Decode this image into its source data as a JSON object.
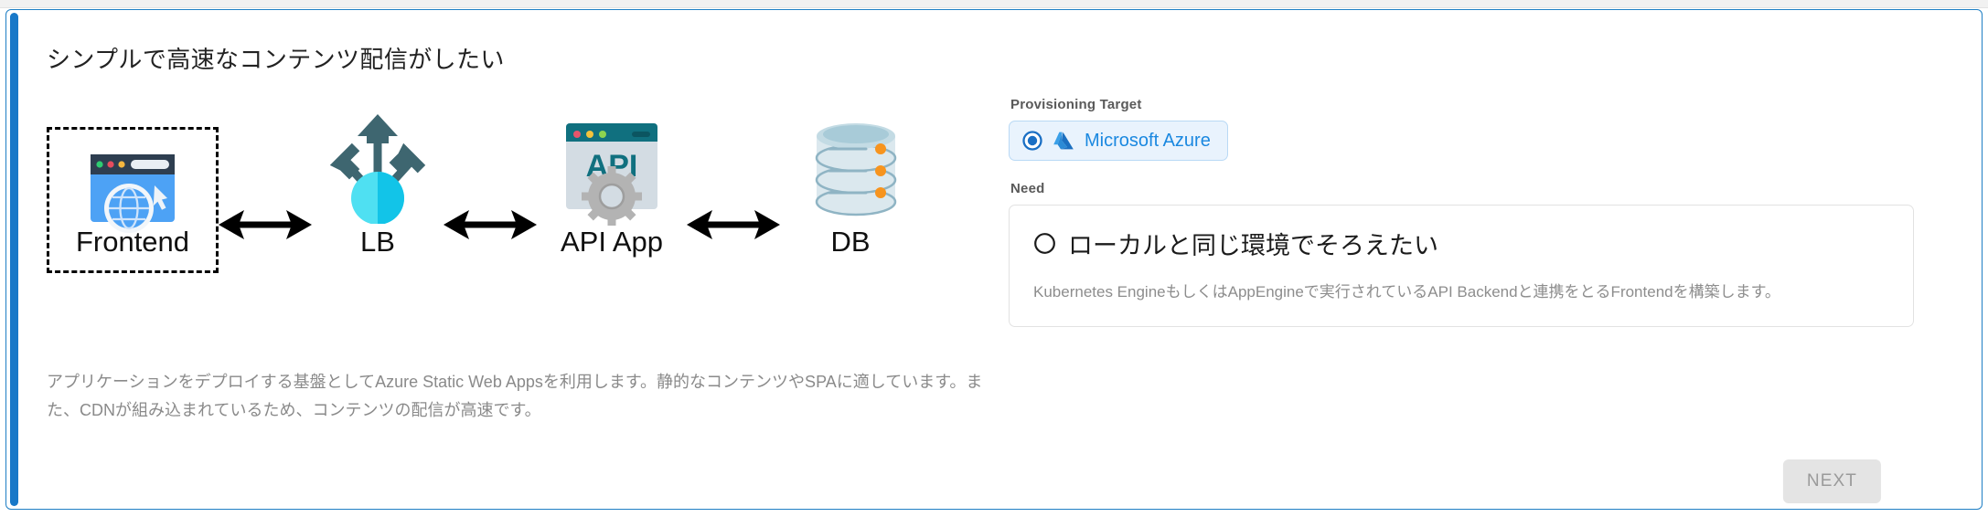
{
  "page": {
    "title": "シンプルで高速なコンテンツ配信がしたい",
    "description": "アプリケーションをデプロイする基盤としてAzure Static Web Appsを利用します。静的なコンテンツやSPAに適しています。また、CDNが組み込まれているため、コンテンツの配信が高速です。",
    "accent_color": "#1878c8"
  },
  "diagram": {
    "nodes": [
      {
        "id": "frontend",
        "label": "Frontend",
        "icon": "browser-globe-icon",
        "selected": true
      },
      {
        "id": "lb",
        "label": "LB",
        "icon": "load-balancer-icon",
        "selected": false
      },
      {
        "id": "api",
        "label": "API App",
        "icon": "api-window-gear-icon",
        "selected": false
      },
      {
        "id": "db",
        "label": "DB",
        "icon": "database-cylinder-icon",
        "selected": false
      }
    ],
    "connectors": [
      {
        "from": "frontend",
        "to": "lb",
        "type": "double-arrow"
      },
      {
        "from": "lb",
        "to": "api",
        "type": "double-arrow"
      },
      {
        "from": "api",
        "to": "db",
        "type": "double-arrow"
      }
    ],
    "api_icon_text": "API"
  },
  "panel": {
    "provisioning_target": {
      "label": "Provisioning Target",
      "option": {
        "label": "Microsoft Azure",
        "icon": "azure-logo-icon",
        "selected": true,
        "text_color": "#1a88e0"
      }
    },
    "need": {
      "label": "Need",
      "option": {
        "title": "ローカルと同じ環境でそろえたい",
        "description": "Kubernetes EngineもしくはAppEngineで実行されているAPI Backendと連携をとるFrontendを構築します。",
        "selected": false
      }
    }
  },
  "footer": {
    "next_label": "NEXT",
    "next_disabled": true
  }
}
